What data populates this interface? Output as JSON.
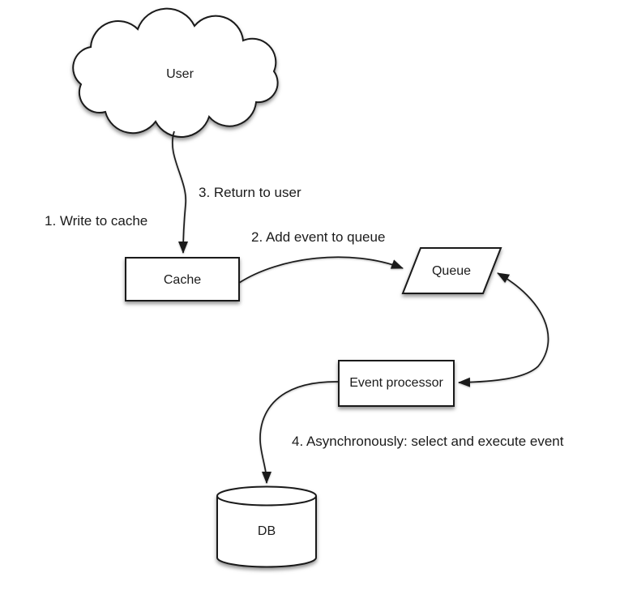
{
  "diagram": {
    "type": "flow-diagram",
    "background_color": "#ffffff",
    "stroke_color": "#1a1a1a",
    "text_color": "#1b1b1b",
    "nodes": {
      "user": {
        "label": "User",
        "shape": "cloud"
      },
      "cache": {
        "label": "Cache",
        "shape": "rectangle"
      },
      "queue": {
        "label": "Queue",
        "shape": "parallelogram"
      },
      "event_processor": {
        "label": "Event processor",
        "shape": "rectangle"
      },
      "db": {
        "label": "DB",
        "shape": "cylinder"
      }
    },
    "steps": {
      "step1": "1. Write to cache",
      "step2": "2. Add event to queue",
      "step3": "3. Return to user",
      "step4": "4. Asynchronously: select and execute event"
    },
    "edges": [
      {
        "from": "user",
        "to": "cache",
        "arrowheads": "end",
        "labels": [
          "1. Write to cache",
          "3. Return to user"
        ]
      },
      {
        "from": "cache",
        "to": "queue",
        "arrowheads": "end",
        "labels": [
          "2. Add event to queue"
        ]
      },
      {
        "from": "event_processor",
        "to": "queue",
        "arrowheads": "both",
        "labels": []
      },
      {
        "from": "event_processor",
        "to": "db",
        "arrowheads": "end",
        "labels": [
          "4. Asynchronously: select and execute event"
        ]
      }
    ]
  }
}
